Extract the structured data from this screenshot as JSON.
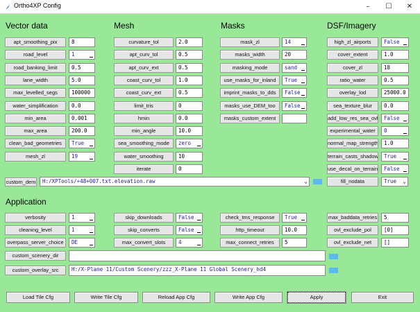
{
  "window": {
    "title": "Ortho4XP Config",
    "minimize_glyph": "–",
    "maximize_glyph": "☐",
    "close_glyph": "✕"
  },
  "sections": {
    "vector": "Vector data",
    "mesh": "Mesh",
    "masks": "Masks",
    "dsf": "DSF/Imagery",
    "application": "Application"
  },
  "vector": [
    {
      "label": "apt_smoothing_pix",
      "value": "8",
      "kind": "entry"
    },
    {
      "label": "road_level",
      "value": "1",
      "kind": "combo"
    },
    {
      "label": "road_banking_limit",
      "value": "0.5",
      "kind": "entry"
    },
    {
      "label": "lane_width",
      "value": "5.0",
      "kind": "entry"
    },
    {
      "label": "max_levelled_segs",
      "value": "100000",
      "kind": "entry"
    },
    {
      "label": "water_simplification",
      "value": "0.0",
      "kind": "entry"
    },
    {
      "label": "min_area",
      "value": "0.001",
      "kind": "entry"
    },
    {
      "label": "max_area",
      "value": "200.0",
      "kind": "entry"
    },
    {
      "label": "clean_bad_geometries",
      "value": "True",
      "kind": "combo"
    },
    {
      "label": "mesh_zl",
      "value": "19",
      "kind": "combo"
    }
  ],
  "mesh": [
    {
      "label": "curvature_tol",
      "value": "2.0",
      "kind": "entry"
    },
    {
      "label": "apt_curv_tol",
      "value": "0.5",
      "kind": "entry"
    },
    {
      "label": "apt_curv_ext",
      "value": "0.5",
      "kind": "entry"
    },
    {
      "label": "coast_curv_tol",
      "value": "1.0",
      "kind": "entry"
    },
    {
      "label": "coast_curv_ext",
      "value": "0.5",
      "kind": "entry"
    },
    {
      "label": "limit_tris",
      "value": "0",
      "kind": "entry"
    },
    {
      "label": "hmin",
      "value": "0.0",
      "kind": "entry"
    },
    {
      "label": "min_angle",
      "value": "10.0",
      "kind": "entry"
    },
    {
      "label": "sea_smoothing_mode",
      "value": "zero",
      "kind": "combo"
    },
    {
      "label": "water_smoothing",
      "value": "10",
      "kind": "entry"
    },
    {
      "label": "iterate",
      "value": "0",
      "kind": "entry"
    }
  ],
  "masks": [
    {
      "label": "mask_zl",
      "value": "14",
      "kind": "combo"
    },
    {
      "label": "masks_width",
      "value": "20",
      "kind": "entry"
    },
    {
      "label": "masking_mode",
      "value": "sand",
      "kind": "combo"
    },
    {
      "label": "use_masks_for_inland",
      "value": "True",
      "kind": "combo"
    },
    {
      "label": "imprint_masks_to_dds",
      "value": "False",
      "kind": "combo"
    },
    {
      "label": "masks_use_DEM_too",
      "value": "False",
      "kind": "combo"
    },
    {
      "label": "masks_custom_extent",
      "value": "",
      "kind": "entry"
    }
  ],
  "dsf": [
    {
      "label": "high_zl_airports",
      "value": "False",
      "kind": "combo"
    },
    {
      "label": "cover_extent",
      "value": "1.0",
      "kind": "entry"
    },
    {
      "label": "cover_zl",
      "value": "18",
      "kind": "entry"
    },
    {
      "label": "ratio_water",
      "value": "0.5",
      "kind": "entry"
    },
    {
      "label": "overlay_lod",
      "value": "25000.0",
      "kind": "entry"
    },
    {
      "label": "sea_texture_blur",
      "value": "0.0",
      "kind": "entry"
    },
    {
      "label": "add_low_res_sea_ovl",
      "value": "False",
      "kind": "combo"
    },
    {
      "label": "experimental_water",
      "value": "0",
      "kind": "combo"
    },
    {
      "label": "normal_map_strength",
      "value": "1.0",
      "kind": "entry"
    },
    {
      "label": "terrain_casts_shadow",
      "value": "True",
      "kind": "combo"
    },
    {
      "label": "use_decal_on_terrain",
      "value": "False",
      "kind": "combo"
    }
  ],
  "custom_dem": {
    "label": "custom_dem",
    "value": "H:/XPTools/+48+007.txt.elevation.raw"
  },
  "fill_nodata": {
    "label": "fill_nodata",
    "value": "True"
  },
  "app_col1": [
    {
      "label": "verbosity",
      "value": "1",
      "kind": "combo"
    },
    {
      "label": "cleaning_level",
      "value": "1",
      "kind": "combo"
    },
    {
      "label": "overpass_server_choice",
      "value": "DE",
      "kind": "combo"
    }
  ],
  "app_col2": [
    {
      "label": "skip_downloads",
      "value": "False",
      "kind": "combo"
    },
    {
      "label": "skip_converts",
      "value": "False",
      "kind": "combo"
    },
    {
      "label": "max_convert_slots",
      "value": "4",
      "kind": "combo"
    }
  ],
  "app_col3": [
    {
      "label": "check_tms_response",
      "value": "True",
      "kind": "combo"
    },
    {
      "label": "http_timeout",
      "value": "10.0",
      "kind": "entry"
    },
    {
      "label": "max_connect_retries",
      "value": "5",
      "kind": "entry"
    }
  ],
  "app_col4": [
    {
      "label": "max_baddata_retries",
      "value": "5",
      "kind": "entry"
    },
    {
      "label": "ovl_exclude_pol",
      "value": "[0]",
      "kind": "entry"
    },
    {
      "label": "ovl_exclude_net",
      "value": "[]",
      "kind": "entry"
    }
  ],
  "custom_scenery_dir": {
    "label": "custom_scenery_dir",
    "value": ""
  },
  "custom_overlay_src": {
    "label": "custom_overlay_src",
    "value": "H:/X-Plane 11/Custom Scenery/zzz_X-Plane 11 Global Scenery_hd4"
  },
  "buttons": [
    "Load Tile Cfg",
    "Write Tile Cfg",
    "Reload App Cfg",
    "Write App Cfg",
    "Apply",
    "Exit"
  ],
  "colors": {
    "background": "#98e898",
    "combo_text": "#2222aa",
    "path_button": "#5bb8f0"
  },
  "icons": {
    "app": "feather-icon",
    "folder": "folder-picker-icon"
  }
}
